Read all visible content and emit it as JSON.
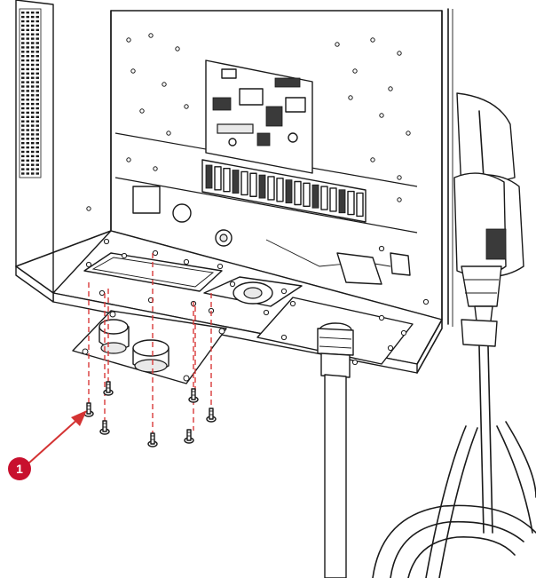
{
  "callouts": [
    {
      "label": "1"
    }
  ],
  "colors": {
    "callout": "#c8102e",
    "arrow": "#d43333",
    "guide_lines": "#d83a3a",
    "line_art": "#1a1a1a"
  },
  "parts": [
    "enclosure-cabinet",
    "side-vent-grille",
    "control-circuit-board",
    "terminal-strip",
    "bottom-plate",
    "gland-plate",
    "cable-gland",
    "output-cable",
    "charging-connector",
    "connector-holster",
    "screws"
  ]
}
